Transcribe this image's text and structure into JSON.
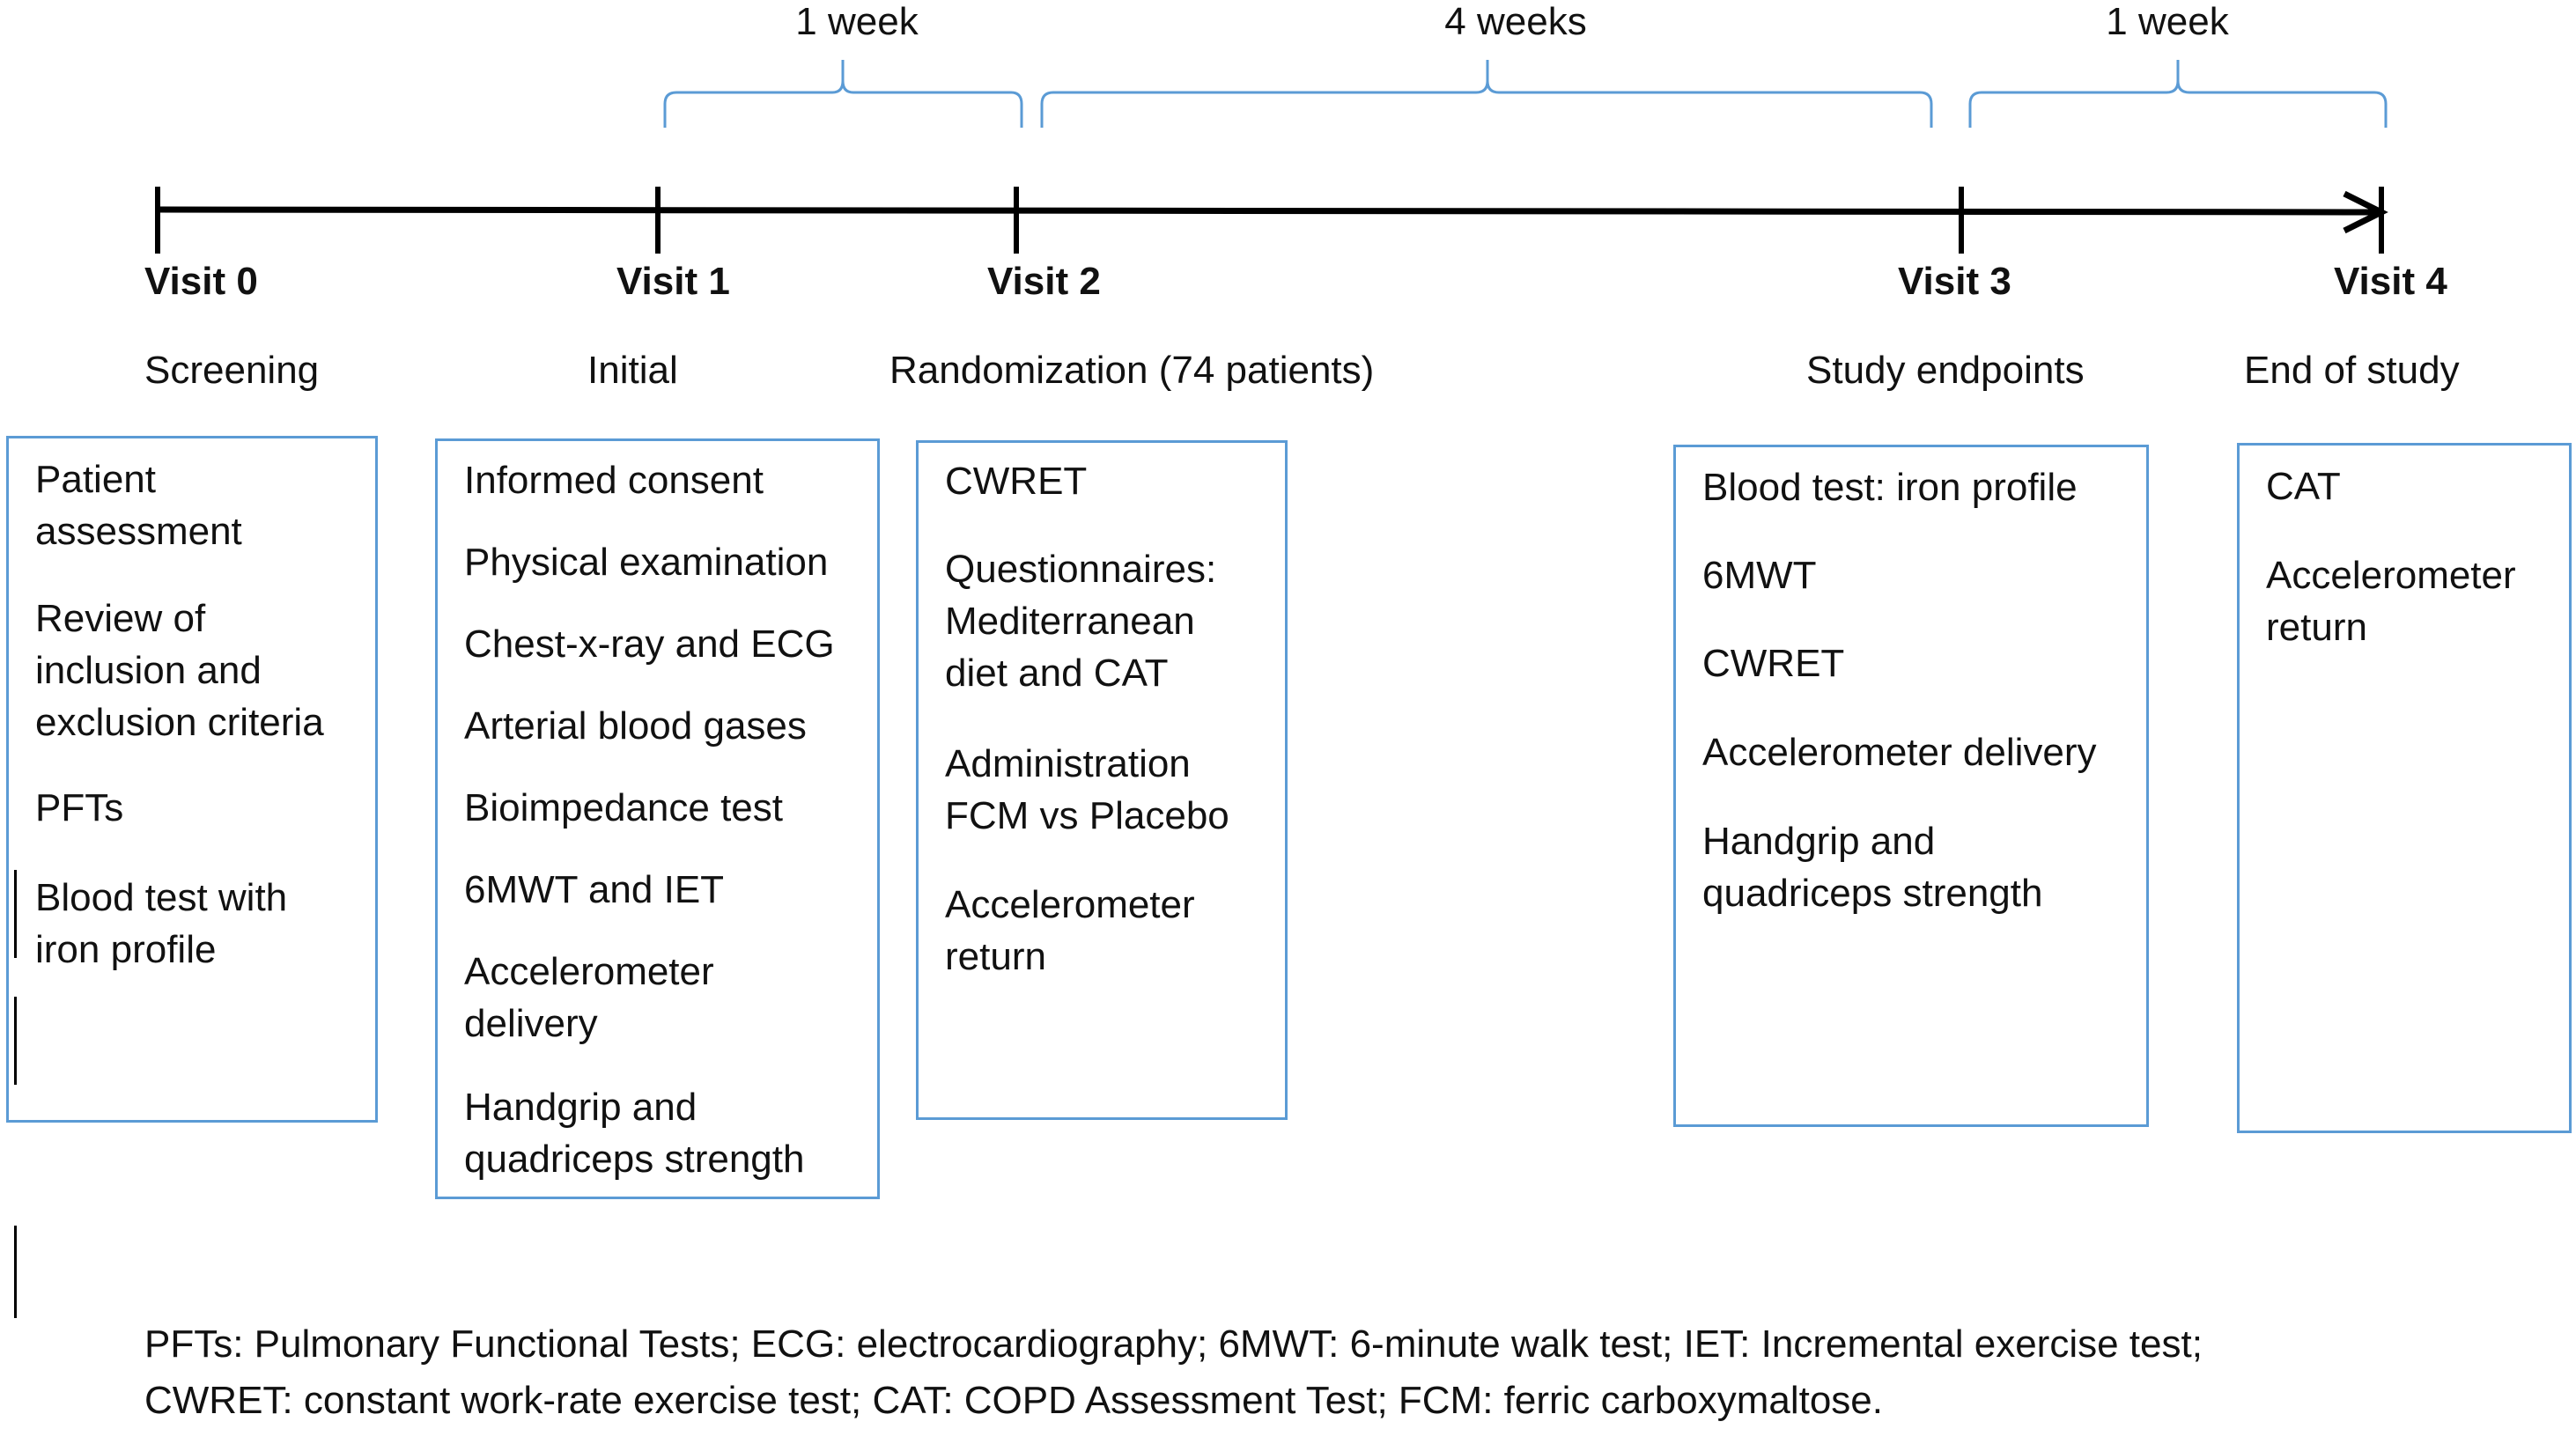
{
  "durations": [
    "1 week",
    "4 weeks",
    "1 week"
  ],
  "visits": [
    "Visit 0",
    "Visit 1",
    "Visit 2",
    "Visit 3",
    "Visit 4"
  ],
  "stages": [
    "Screening",
    "Initial",
    "Randomization (74 patients)",
    "Study endpoints",
    "End of study"
  ],
  "boxes": [
    {
      "items": [
        "Patient\nassessment",
        "Review of\ninclusion and\nexclusion criteria",
        "PFTs",
        "Blood test with\niron profile"
      ]
    },
    {
      "items": [
        "Informed consent",
        "Physical examination",
        "Chest-x-ray and ECG",
        "Arterial blood gases",
        "Bioimpedance test",
        "6MWT and IET",
        "Accelerometer\ndelivery",
        "Handgrip and\nquadriceps strength"
      ]
    },
    {
      "items": [
        "CWRET",
        "Questionnaires:\nMediterranean\ndiet and CAT",
        "Administration\nFCM vs Placebo",
        "Accelerometer\nreturn"
      ]
    },
    {
      "items": [
        "Blood test: iron profile",
        "6MWT",
        "CWRET",
        "Accelerometer delivery",
        "Handgrip and\nquadriceps strength"
      ]
    },
    {
      "items": [
        "CAT",
        "Accelerometer\nreturn"
      ]
    }
  ],
  "footnote": {
    "line1": "PFTs: Pulmonary Functional Tests; ECG: electrocardiography; 6MWT: 6-minute walk test; IET: Incremental exercise test;",
    "line2": "CWRET: constant work-rate exercise test; CAT: COPD Assessment Test; FCM: ferric carboxymaltose."
  },
  "colors": {
    "bracket": "#5b9bd5",
    "box_border": "#5b9bd5",
    "axis": "#000000"
  }
}
